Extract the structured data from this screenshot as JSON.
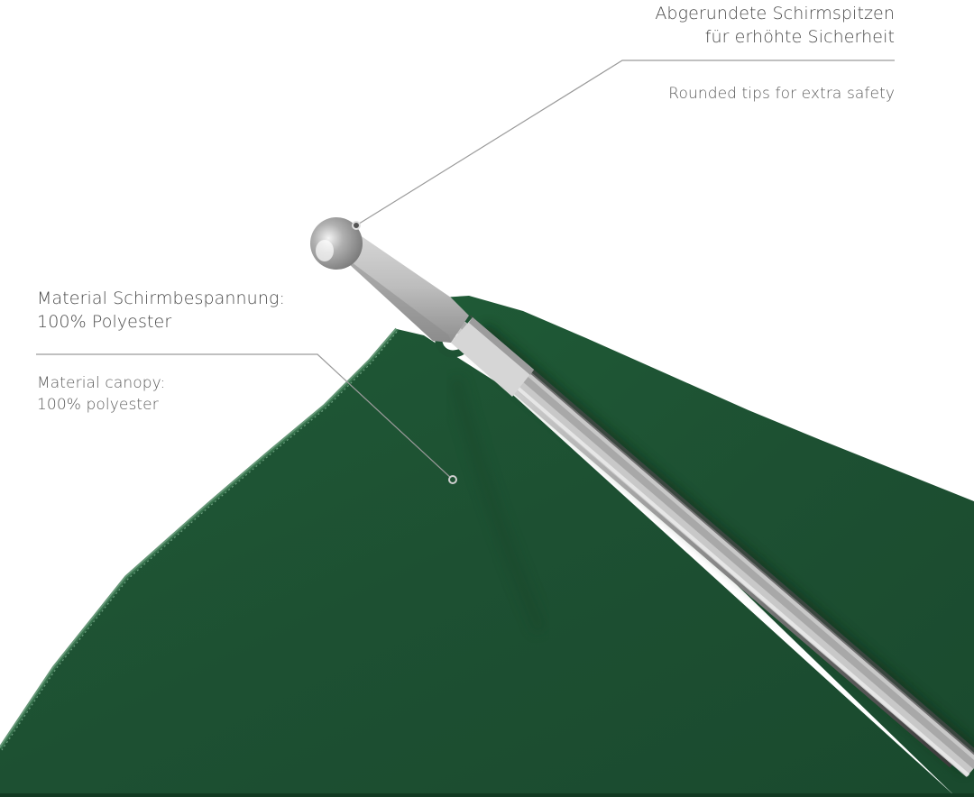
{
  "callouts": {
    "tip": {
      "title_de_line1": "Abgerundete Schirmspitzen",
      "title_de_line2": "für erhöhte Sicherheit",
      "caption_en": "Rounded tips for extra safety"
    },
    "canopy": {
      "title_de_line1": "Material Schirmbespannung:",
      "title_de_line2": "100% Polyester",
      "caption_en_line1": "Material canopy:",
      "caption_en_line2": "100% polyester"
    }
  },
  "colors": {
    "canopy_green": "#1e5233",
    "canopy_dark": "#163f27",
    "rib_silver": "#b8b8b8",
    "leader_line": "#9a9a9a",
    "text": "#4a4a4a"
  }
}
